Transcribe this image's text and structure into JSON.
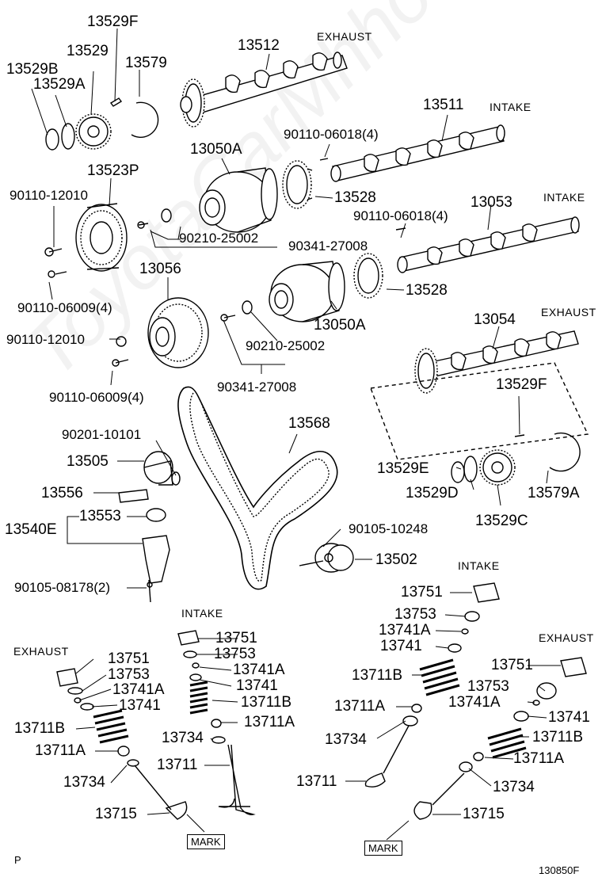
{
  "section_tags": {
    "exhaust_top": "EXHAUST",
    "intake_top": "INTAKE",
    "intake_mid": "INTAKE",
    "exhaust_mid": "EXHAUST",
    "intake_valve_right": "INTAKE",
    "intake_valve_mid": "INTAKE",
    "exhaust_valve_left": "EXHAUST",
    "exhaust_valve_right": "EXHAUST"
  },
  "mark_boxes": [
    "MARK",
    "MARK"
  ],
  "watermark": "ToyotaCarMhho.ru",
  "footer": {
    "left": "P",
    "right": "130850F"
  },
  "labels": [
    {
      "id": "p13529F_a",
      "text": "13529F"
    },
    {
      "id": "p13529",
      "text": "13529"
    },
    {
      "id": "p13579",
      "text": "13579"
    },
    {
      "id": "p13529B",
      "text": "13529B"
    },
    {
      "id": "p13529A",
      "text": "13529A"
    },
    {
      "id": "p13512",
      "text": "13512"
    },
    {
      "id": "p13511",
      "text": "13511"
    },
    {
      "id": "p90110_06018_a",
      "text": "90110-06018(4)"
    },
    {
      "id": "p13050A_a",
      "text": "13050A"
    },
    {
      "id": "p13523P",
      "text": "13523P"
    },
    {
      "id": "p90110_12010_a",
      "text": "90110-12010"
    },
    {
      "id": "p13528_a",
      "text": "13528"
    },
    {
      "id": "p13053",
      "text": "13053"
    },
    {
      "id": "p90110_06018_b",
      "text": "90110-06018(4)"
    },
    {
      "id": "p90210_25002_a",
      "text": "90210-25002"
    },
    {
      "id": "p90341_27008_a",
      "text": "90341-27008"
    },
    {
      "id": "p13056",
      "text": "13056"
    },
    {
      "id": "p13528_b",
      "text": "13528"
    },
    {
      "id": "p90110_06009_a",
      "text": "90110-06009(4)"
    },
    {
      "id": "p13050A_b",
      "text": "13050A"
    },
    {
      "id": "p13054",
      "text": "13054"
    },
    {
      "id": "p90110_12010_b",
      "text": "90110-12010"
    },
    {
      "id": "p90210_25002_b",
      "text": "90210-25002"
    },
    {
      "id": "p90341_27008_b",
      "text": "90341-27008"
    },
    {
      "id": "p90110_06009_b",
      "text": "90110-06009(4)"
    },
    {
      "id": "p13529F_b",
      "text": "13529F"
    },
    {
      "id": "p13568",
      "text": "13568"
    },
    {
      "id": "p90201_10101",
      "text": "90201-10101"
    },
    {
      "id": "p13505",
      "text": "13505"
    },
    {
      "id": "p13529E",
      "text": "13529E"
    },
    {
      "id": "p13556",
      "text": "13556"
    },
    {
      "id": "p13529D",
      "text": "13529D"
    },
    {
      "id": "p13579A",
      "text": "13579A"
    },
    {
      "id": "p13553",
      "text": "13553"
    },
    {
      "id": "p13540E",
      "text": "13540E"
    },
    {
      "id": "p13529C",
      "text": "13529C"
    },
    {
      "id": "p90105_10248",
      "text": "90105-10248"
    },
    {
      "id": "p13502",
      "text": "13502"
    },
    {
      "id": "p90105_08178",
      "text": "90105-08178(2)"
    },
    {
      "id": "p13751_a",
      "text": "13751"
    },
    {
      "id": "p13753_a",
      "text": "13753"
    },
    {
      "id": "p13741A_a",
      "text": "13741A"
    },
    {
      "id": "p13741_a",
      "text": "13741"
    },
    {
      "id": "p13711B_a",
      "text": "13711B"
    },
    {
      "id": "p13711A_a",
      "text": "13711A"
    },
    {
      "id": "p13734_a",
      "text": "13734"
    },
    {
      "id": "p13711_a",
      "text": "13711"
    },
    {
      "id": "p13751_b",
      "text": "13751"
    },
    {
      "id": "p13753_b",
      "text": "13753"
    },
    {
      "id": "p13741A_b",
      "text": "13741A"
    },
    {
      "id": "p13741_b",
      "text": "13741"
    },
    {
      "id": "p13711B_b",
      "text": "13711B"
    },
    {
      "id": "p13711A_b",
      "text": "13711A"
    },
    {
      "id": "p13734_b",
      "text": "13734"
    },
    {
      "id": "p13711_b",
      "text": "13711"
    },
    {
      "id": "p13751_c",
      "text": "13751"
    },
    {
      "id": "p13753_c",
      "text": "13753"
    },
    {
      "id": "p13741A_c",
      "text": "13741A"
    },
    {
      "id": "p13741_c",
      "text": "13741"
    },
    {
      "id": "p13711B_c",
      "text": "13711B"
    },
    {
      "id": "p13711A_c",
      "text": "13711A"
    },
    {
      "id": "p13734_c",
      "text": "13734"
    },
    {
      "id": "p13715_a",
      "text": "13715"
    },
    {
      "id": "p13751_d",
      "text": "13751"
    },
    {
      "id": "p13753_d",
      "text": "13753"
    },
    {
      "id": "p13741A_d",
      "text": "13741A"
    },
    {
      "id": "p13741_d",
      "text": "13741"
    },
    {
      "id": "p13711B_d",
      "text": "13711B"
    },
    {
      "id": "p13711A_d",
      "text": "13711A"
    },
    {
      "id": "p13734_d",
      "text": "13734"
    },
    {
      "id": "p13715_b",
      "text": "13715"
    }
  ]
}
